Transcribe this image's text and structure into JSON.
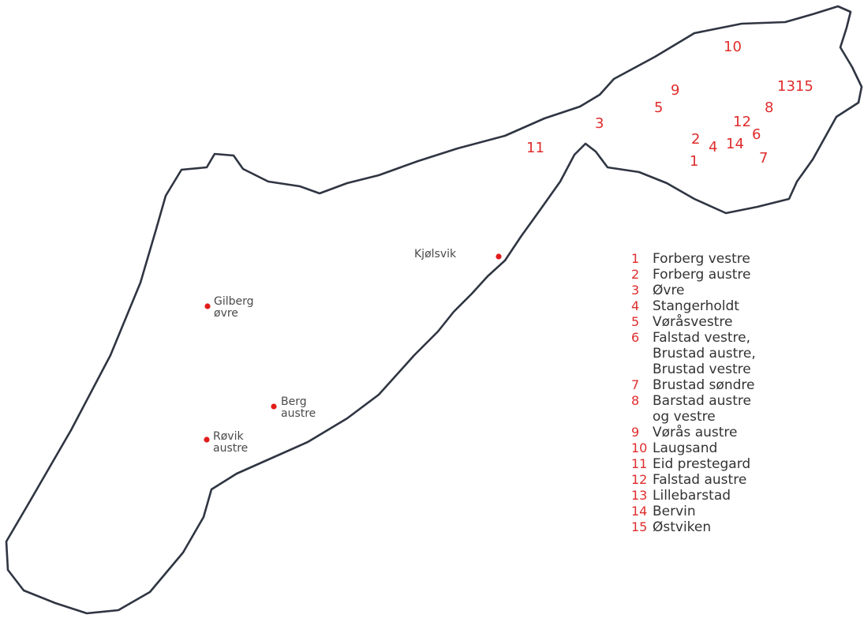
{
  "map": {
    "colors": {
      "outline": "#2f3542",
      "numbers": "#e02c2c",
      "dots": "#e21b1b"
    },
    "numbers": [
      {
        "id": "10",
        "text": "10"
      },
      {
        "id": "13",
        "text": "1315"
      },
      {
        "id": "9",
        "text": "9"
      },
      {
        "id": "5",
        "text": "5"
      },
      {
        "id": "3",
        "text": "3"
      },
      {
        "id": "8",
        "text": "8"
      },
      {
        "id": "12",
        "text": "12"
      },
      {
        "id": "6",
        "text": "6"
      },
      {
        "id": "2",
        "text": "2"
      },
      {
        "id": "4",
        "text": "4"
      },
      {
        "id": "14",
        "text": "14"
      },
      {
        "id": "7",
        "text": "7"
      },
      {
        "id": "1",
        "text": "1"
      },
      {
        "id": "11",
        "text": "11"
      }
    ],
    "places": [
      {
        "id": "kjolsvik",
        "label": "Kjølsvik"
      },
      {
        "id": "gilberg",
        "label": "Gilberg\nøvre"
      },
      {
        "id": "berg",
        "label": "Berg\naustre"
      },
      {
        "id": "ravik",
        "label": "Røvik\naustre"
      }
    ]
  },
  "legend": {
    "items": [
      {
        "num": "1",
        "text": "Forberg vestre"
      },
      {
        "num": "2",
        "text": "Forberg austre"
      },
      {
        "num": "3",
        "text": "Øvre"
      },
      {
        "num": "4",
        "text": "Stangerholdt"
      },
      {
        "num": "5",
        "text": "Vøråsvestre"
      },
      {
        "num": "6",
        "text": "Falstad vestre,\nBrustad austre,\nBrustad vestre"
      },
      {
        "num": "7",
        "text": "Brustad søndre"
      },
      {
        "num": "8",
        "text": "Barstad austre\nog vestre"
      },
      {
        "num": "9",
        "text": "Vørås austre"
      },
      {
        "num": "10",
        "text": "Laugsand"
      },
      {
        "num": "11",
        "text": "Eid prestegard"
      },
      {
        "num": "12",
        "text": "Falstad austre"
      },
      {
        "num": "13",
        "text": "Lillebarstad"
      },
      {
        "num": "14",
        "text": "Bervin"
      },
      {
        "num": "15",
        "text": "Østviken"
      }
    ]
  }
}
